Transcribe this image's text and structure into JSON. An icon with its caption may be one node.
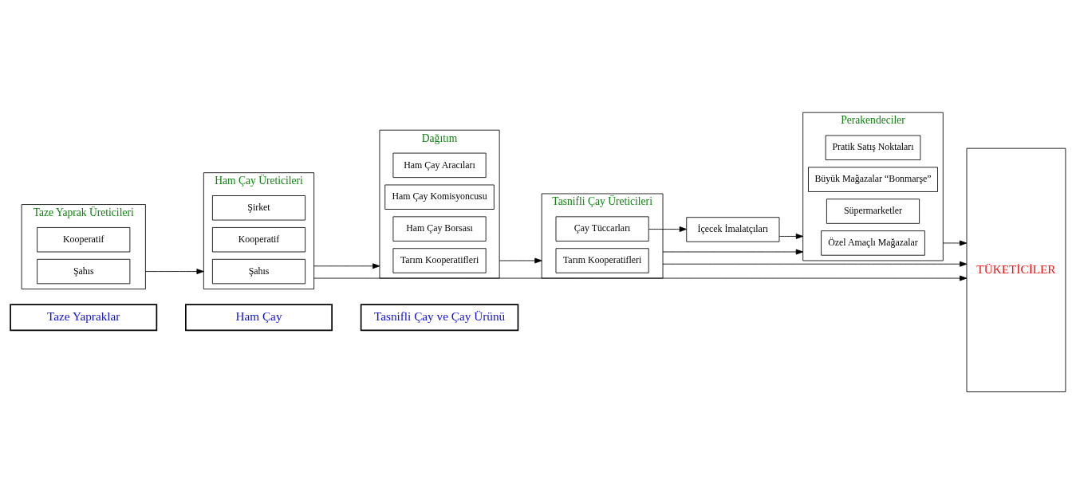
{
  "diagram": {
    "nodes": [
      {
        "text": [
          "Taze Yapraklar"
        ]
      },
      {
        "text": [
          "Ham Çay"
        ]
      },
      {
        "text": [
          "Tasnifli Çay ve Çay Ürünü"
        ]
      },
      {
        "text": [
          "Taze Yaprak Üreticileri"
        ]
      },
      {
        "text": [
          "Şahıs"
        ],
        "in": 3
      },
      {
        "text": [
          "Kooperatif"
        ],
        "in": 3
      },
      {
        "text": [
          "Ham Çay Üreticileri"
        ]
      },
      {
        "text": [
          "Şahıs"
        ],
        "in": 6
      },
      {
        "text": [
          "Kooperatif"
        ],
        "in": 6
      },
      {
        "text": [
          "Şirket"
        ],
        "in": 6
      },
      {
        "text": [
          "Dağıtım"
        ]
      },
      {
        "text": [
          "Tarım Kooperatifleri"
        ],
        "in": 10
      },
      {
        "text": [
          "Ham Çay Borsası"
        ],
        "in": 10
      },
      {
        "text": [
          "Ham Çay Komisyoncusu"
        ],
        "in": 10
      },
      {
        "text": [
          "Ham Çay Aracıları"
        ],
        "in": 10
      },
      {
        "text": [
          "Tasnifli Çay Üreticileri"
        ]
      },
      {
        "text": [
          "Tarım Kooperatifleri"
        ],
        "in": 15
      },
      {
        "text": [
          "Çay Tüccarları"
        ],
        "in": 15
      },
      {
        "text": [
          "İçecek İmalatçıları"
        ]
      },
      {
        "text": [
          "Perakendeciler"
        ]
      },
      {
        "text": [
          "Özel Amaçlı Mağazalar"
        ],
        "in": 19
      },
      {
        "text": [
          "Süpermarketler"
        ],
        "in": 19
      },
      {
        "text": [
          "Büyük Mağazalar “Bonmarşe”"
        ],
        "in": 19
      },
      {
        "text": [
          "Pratik Satış Noktaları"
        ],
        "in": 19
      },
      {
        "text": [
          "TÜKETİCİLER"
        ]
      }
    ],
    "edges": [
      {
        "from": 3,
        "to": 6,
        "arrow": "to"
      },
      {
        "from": 6,
        "to": 10,
        "arrow": "to"
      },
      {
        "from": 10,
        "to": 15,
        "arrow": "to"
      },
      {
        "from": 15,
        "to": 19,
        "arrow": "to"
      },
      {
        "from": 19,
        "to": 24,
        "arrow": "to"
      },
      {
        "from": 17,
        "to": 18,
        "arrow": "to"
      },
      {
        "from": 18,
        "to": 19,
        "arrow": "to"
      },
      {
        "from": 6,
        "to": 24,
        "arrow": "to"
      },
      {
        "from": 15,
        "to": 24,
        "arrow": "to"
      }
    ]
  }
}
